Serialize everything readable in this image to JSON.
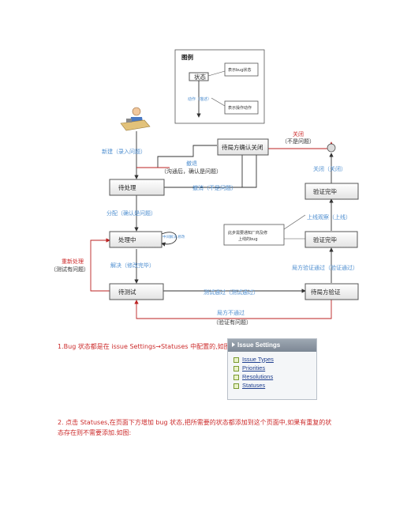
{
  "legend": {
    "title": "图例",
    "state_box": "状态",
    "note_state": "表示bug状态",
    "action": "动作（描述）",
    "note_action": "表示操作动作"
  },
  "states": {
    "pending": "待处理",
    "processing": "处理中",
    "testing": "待测试",
    "vendor_verify": "待局方验证",
    "vendor_close": "待局方确认关闭",
    "verified_a": "验证完毕",
    "verified_b": "验证完毕"
  },
  "actions": {
    "new_1": "新建（录入问题）",
    "withdraw_1": "撤退",
    "withdraw_2": "（沟通后，确认是问题）",
    "cancel": "撤消（不是问题）",
    "close_1": "关闭",
    "close_2": "（不是问题）",
    "close_final": "关闭（关闭）",
    "assign": "分配（确认是问题）",
    "self_loop": "中间解决,修改",
    "reprocess_1": "重新处理",
    "reprocess_2": "（测试有问题）",
    "resolve": "解决（修改完毕）",
    "test_pass": "测试通过（测试通过）",
    "vendor_pass": "局方验证通过（验证通过）",
    "online": "上线观察（上线）",
    "vendor_fail_1": "局方不通过",
    "vendor_fail_2": "（验证有问题）",
    "note_1": "此步需要通知厂商及修",
    "note_2": "上线的bug"
  },
  "doc": {
    "line1_prefix": "1.Bug 状态都是在 issue Settings",
    "line1_arrow": "→",
    "line1_suffix": "Statuses 中配置的,如图:",
    "line2": "2. 点击 Statuses,在页面下方增加 bug 状态,把所需要的状态都添加到这个页面中,如果有重复的状",
    "line3": "态存在则不需要添加.如图:"
  },
  "issue_panel": {
    "title": "Issue Settings",
    "items": [
      "Issue Types",
      "Priorities",
      "Resolutions",
      "Statuses"
    ]
  }
}
